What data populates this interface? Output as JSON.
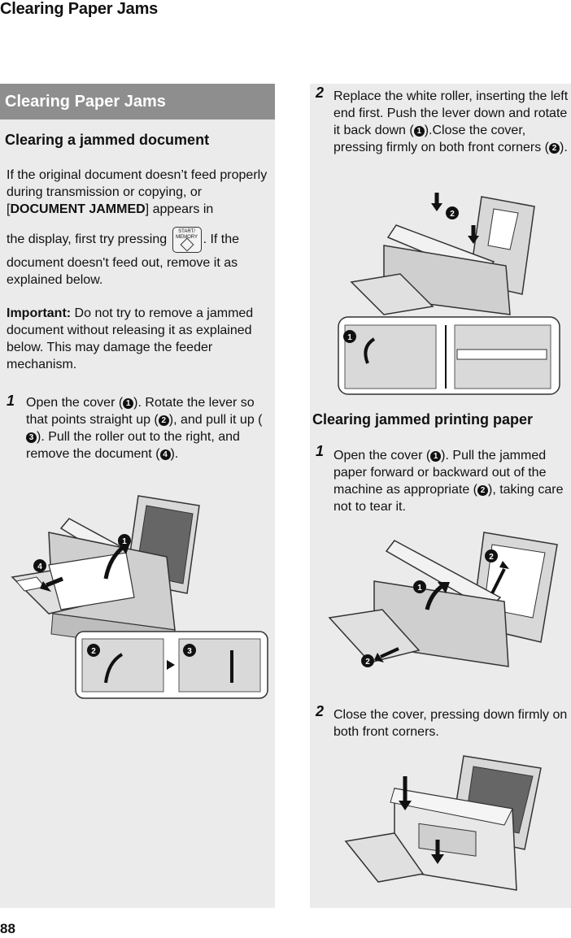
{
  "header": {
    "title": "Clearing Paper Jams"
  },
  "footer": {
    "page_number": "88"
  },
  "left": {
    "banner": "Clearing Paper Jams",
    "subhead": "Clearing a jammed document",
    "intro_1": "If the original document doesn’t feed properly during transmission or copying, or [",
    "intro_bold": "DOCUMENT JAMMED",
    "intro_2": "] appears in",
    "intro_3": "the display, first try pressing",
    "intro_4": ". If the",
    "intro_5": "document doesn't feed out, remove it as explained below.",
    "key_label_1": "START/",
    "key_label_2": "MEMORY",
    "important_label": "Important:",
    "important_text": " Do not try to remove a jammed document without releasing it as explained below. This may damage the feeder mechanism.",
    "step1_num": "1",
    "step1_a": "Open the cover (",
    "step1_b": "). Rotate the lever so that points straight up (",
    "step1_c": "), and pull it up (",
    "step1_d": "). Pull the roller out to the right, and remove the document (",
    "step1_e": ")."
  },
  "right": {
    "step2_num": "2",
    "step2_a": "Replace the white roller, inserting the left end first. Push the lever down and rotate it back down (",
    "step2_b": ").Close the cover, pressing firmly on both front corners (",
    "step2_c": ").",
    "subhead": "Clearing jammed printing paper",
    "p_step1_num": "1",
    "p_step1_a": "Open the cover (",
    "p_step1_b": "). Pull the jammed paper forward or backward out of the machine as appropriate (",
    "p_step1_c": "), taking care not to tear it.",
    "p_step2_num": "2",
    "p_step2": "Close the cover, pressing down firmly on both front corners."
  },
  "callouts": {
    "n1": "1",
    "n2": "2",
    "n3": "3",
    "n4": "4"
  }
}
